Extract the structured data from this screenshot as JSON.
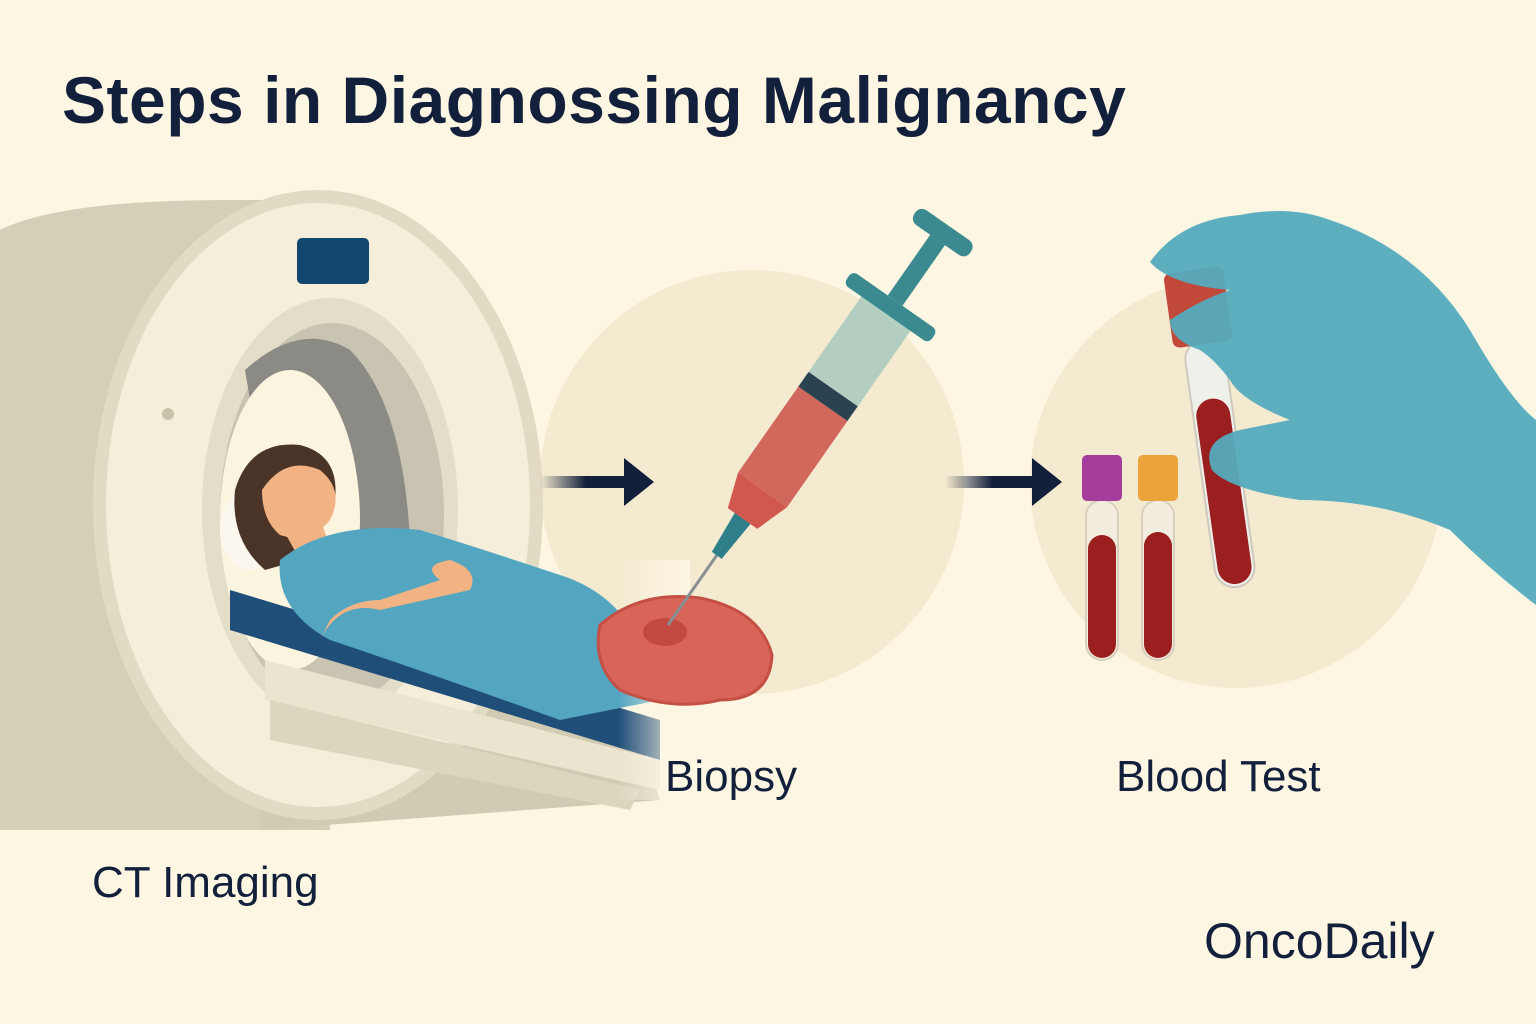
{
  "title": "Steps in Diagnossing Malignancy",
  "steps": [
    {
      "label": "CT Imaging",
      "icon": "ct-scanner-icon"
    },
    {
      "label": "Biopsy",
      "icon": "syringe-icon"
    },
    {
      "label": "Blood Test",
      "icon": "blood-tube-icon"
    }
  ],
  "brand": "OncoDaily",
  "colors": {
    "background": "#fdf6e3",
    "text": "#13203b",
    "teal": "#4fa9bf",
    "blood": "#9b1f1f",
    "tissue": "#d9655a"
  }
}
